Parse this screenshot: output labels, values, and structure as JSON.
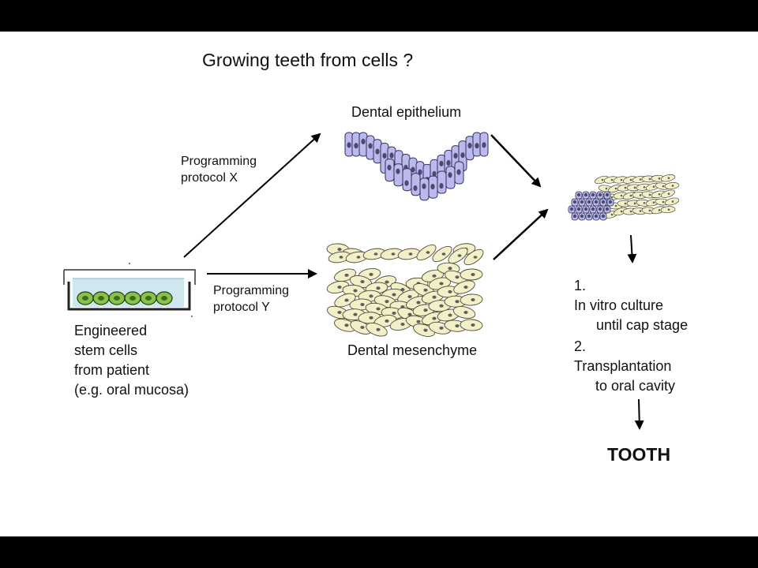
{
  "title": "Growing teeth from cells ?",
  "source": {
    "lines": [
      "Engineered",
      "stem cells",
      "from patient",
      "(e.g. oral mucosa)"
    ]
  },
  "protocol_x": [
    "Programming",
    "protocol X"
  ],
  "protocol_y": [
    "Programming",
    "protocol Y"
  ],
  "epithelium_label": "Dental epithelium",
  "mesenchyme_label": "Dental mesenchyme",
  "steps": [
    {
      "number": "1.",
      "lines": [
        "In vitro culture",
        "until cap stage"
      ]
    },
    {
      "number": "2.",
      "lines": [
        "Transplantation",
        "to oral cavity"
      ]
    }
  ],
  "result": "TOOTH",
  "colors": {
    "epithelium_cell": "#bcb9ee",
    "epithelium_nucleus": "#4a4a6e",
    "mesenchyme_cell": "#f3f0c8",
    "mesenchyme_nucleus": "#5f5f5f",
    "stem_cell": "#8bc34a",
    "stem_nucleus": "#3c6e1a",
    "medium": "#cfe7ef"
  }
}
